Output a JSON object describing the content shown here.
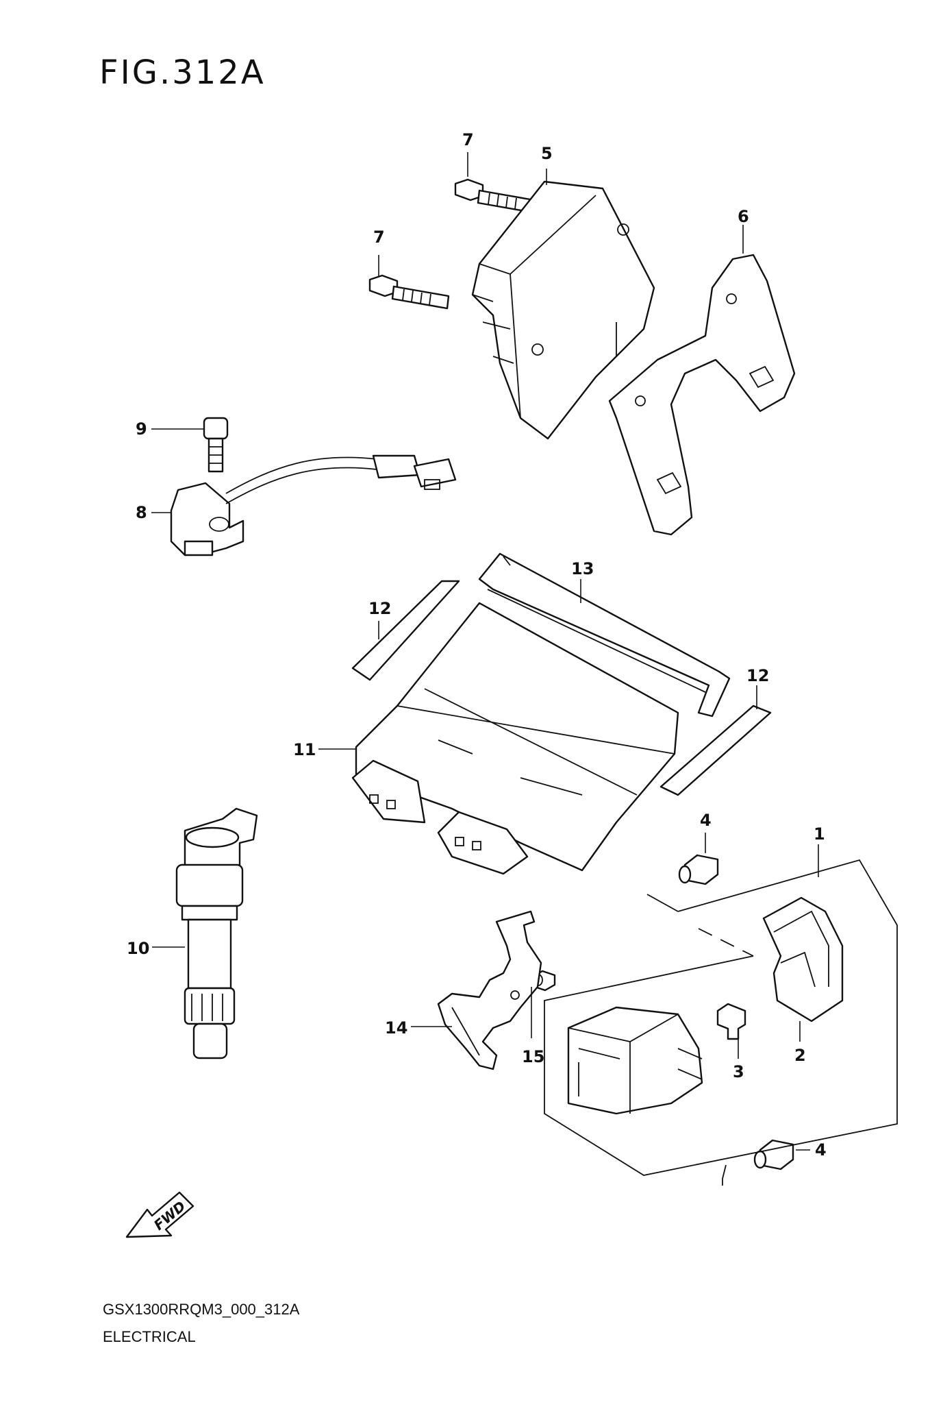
{
  "figure": {
    "title": "FIG.312A",
    "code": "GSX1300RRQM3_000_312A",
    "section": "ELECTRICAL"
  },
  "callouts": [
    "1",
    "2",
    "3",
    "4",
    "4",
    "5",
    "6",
    "7",
    "7",
    "8",
    "9",
    "10",
    "11",
    "12",
    "12",
    "13",
    "14",
    "15"
  ],
  "fwd_label": "FWD"
}
